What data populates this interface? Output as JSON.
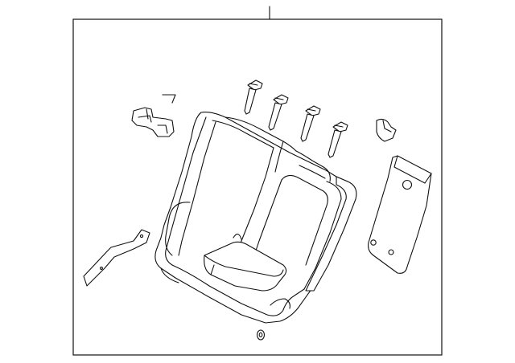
{
  "diagram": {
    "parts": [
      {
        "id": "frame"
      },
      {
        "id": "seat-back"
      },
      {
        "id": "armrest"
      },
      {
        "id": "headrest-guide-1"
      },
      {
        "id": "headrest-guide-2"
      },
      {
        "id": "headrest-guide-3"
      },
      {
        "id": "headrest-guide-4"
      },
      {
        "id": "latch-bracket"
      },
      {
        "id": "small-clip"
      },
      {
        "id": "side-trim-clip"
      },
      {
        "id": "back-panel"
      },
      {
        "id": "lower-bracket"
      },
      {
        "id": "grommet"
      }
    ]
  }
}
